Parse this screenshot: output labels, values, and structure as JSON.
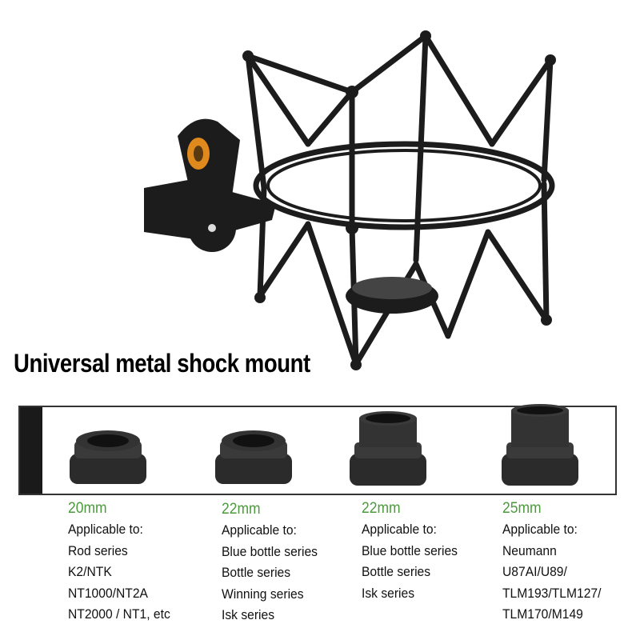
{
  "title": "Universal metal shock mount",
  "adapters": [
    {
      "size": "20mm",
      "heading": "Applicable to:",
      "lines": [
        "Rod series",
        "K2/NTK",
        "NT1000/NT2A",
        "NT2000 / NT1, etc"
      ]
    },
    {
      "size": "22mm",
      "heading": "Applicable to:",
      "lines": [
        "Blue bottle series",
        "Bottle series",
        "Winning series",
        "Isk series"
      ]
    },
    {
      "size": "22mm",
      "heading": "Applicable to:",
      "lines": [
        "Blue bottle series",
        "Bottle series",
        "Isk series"
      ]
    },
    {
      "size": "25mm",
      "heading": "Applicable to:",
      "lines": [
        "Neumann",
        "U87AI/U89/",
        "TLM193/TLM127/",
        "TLM170/M149"
      ]
    }
  ],
  "colors": {
    "size_text": "#4b9a3b",
    "metal": "#1c1c1c",
    "accent": "#e08a1e"
  }
}
